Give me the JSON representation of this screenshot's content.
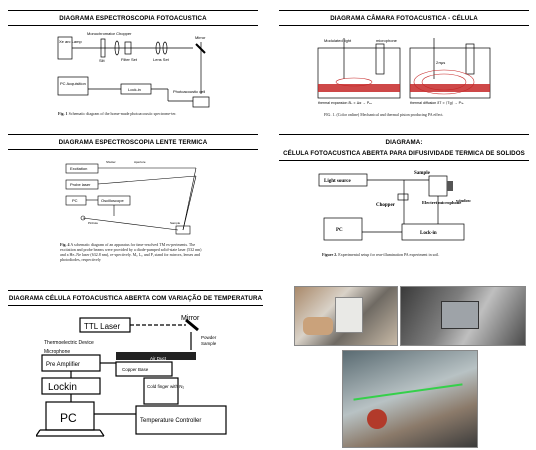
{
  "sections": {
    "s1": {
      "title": "DIAGRAMA ESPECTROSCOPIA FOTOACUSTICA",
      "labels": {
        "lamp": "Xe arc Lamp",
        "mono": "Monochromator Chopper",
        "slit": "Slit",
        "filter": "Filter Set",
        "lens": "Lens Set",
        "mirror": "Mirror",
        "pc": "PC Acquisition",
        "lockin": "Lock-in",
        "cell": "Photoacoustic cell"
      },
      "caption_fig": "Fig. 1",
      "caption_text": "Schematic diagram of the home-made photoacoustic spectrome-ter."
    },
    "s2": {
      "title": "DIAGRAMA CÂMARA FOTOACUSTICA - CÉLULA",
      "labels": {
        "light": "Modulated light",
        "mic": "microphone",
        "expansion": "thermal expansion δL ∝ Δα → Pₑₓ",
        "diffusion": "thermal diffusion δT ∝ ⟨Tg⟩ → Pₜₕ",
        "zone": "2πμs"
      },
      "caption_fig": "FIG. 1.",
      "caption_text": "(Color online) Mechanical and thermal piston producing PA effect."
    },
    "s3": {
      "title": "DIAGRAMA ESPECTROSCOPIA LENTE TERMICA",
      "labels": {
        "excitation": "Excitation",
        "probe": "Probe laser",
        "pc": "PC",
        "osc": "Oscilloscope",
        "shutter": "Shutter",
        "aperture": "Aperture",
        "pinhole": "Pinhole",
        "sample": "Sample"
      },
      "caption_fig": "Fig. 4",
      "caption_text": "A schematic diagram of an apparatus for time-resolved TM ex-periments. The excitation and probe beams were provided by a diode-pumped solid-state laser (532 nm) and a He–Ne laser (632.8 nm), re-spectively. Mᵢ, Lᵢ, and Pᵢ stand for mirrors, lenses and photodiodes, respectively"
    },
    "s4_title": "DIAGRAMA:",
    "s4_subtitle": "CÉLULA FOTOACUSTICA ABERTA PARA DIFUSIVIDADE TERMICA DE SOLIDOS",
    "s4": {
      "labels": {
        "light": "Light source",
        "sample": "Sample",
        "chopper": "Chopper",
        "electret": "Electret microphone",
        "window": "window",
        "pc": "PC",
        "lockin": "Lock-in"
      },
      "caption_fig": "Figure 2.",
      "caption_text": "Experimental setup for rear-illumination PA experiment in soil."
    },
    "s5": {
      "title": "DIAGRAMA CÉLULA FOTOACUSTICA ABERTA COM VARIAÇÃO DE TEMPERATURA",
      "labels": {
        "laser": "TTL Laser",
        "mirror": "Mirror",
        "powder": "Powder",
        "sample": "Sample",
        "thermo": "Thermoelectric Device",
        "mic": "Microphone",
        "airduct": "Air Duct",
        "preamp": "Pre Amplifier",
        "copper": "Copper Base",
        "cold": "Cold finger with N₂",
        "lockin": "Lockin",
        "pc": "PC",
        "temp": "Temperature Controller"
      }
    }
  }
}
